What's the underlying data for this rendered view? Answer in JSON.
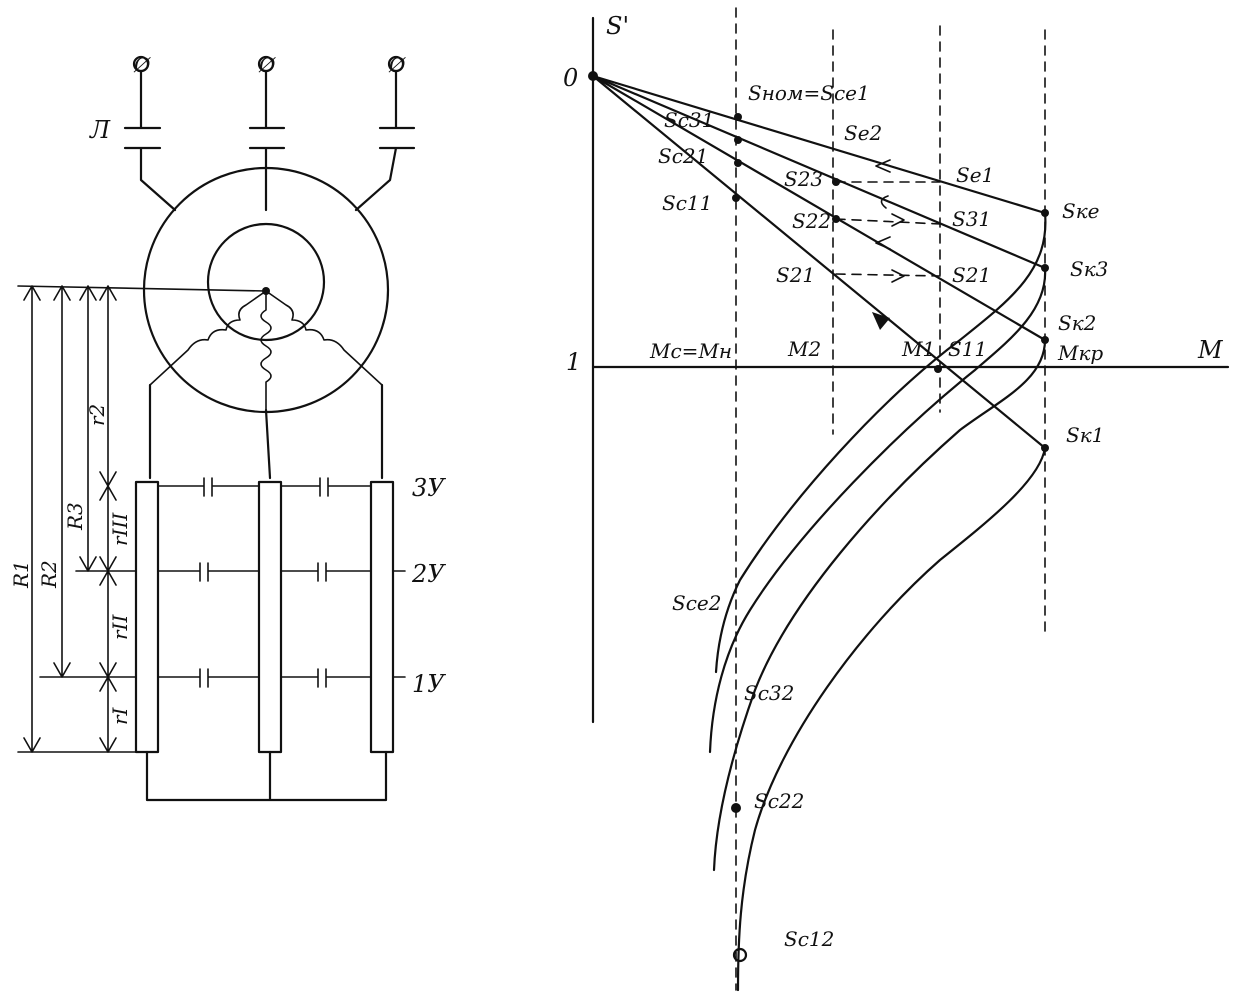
{
  "diagram": {
    "colors": {
      "ink": "#111111",
      "paper": "#ffffff"
    },
    "circuit": {
      "supply_labels": [
        "Ø",
        "Ø",
        "Ø"
      ],
      "switch_label": "Л",
      "resistor_lengths": [
        "R1",
        "R2",
        "R3"
      ],
      "section_lengths": [
        "r2",
        "rIII",
        "rII",
        "rI"
      ],
      "stage_labels": [
        "3У",
        "2У",
        "1У"
      ]
    },
    "characteristic": {
      "axis_s": "S'",
      "axis_m": "M",
      "origin": "0",
      "unit_mark": "1",
      "torque_labels": {
        "mc": "Mc=Mн",
        "m2": "M2",
        "m1": "M1",
        "mkr": "Mкр"
      },
      "points": {
        "s_nom": "Sном=Sсе1",
        "se2": "Sе2",
        "se1": "Sе1",
        "sc31": "Sс31",
        "sc21": "Sс21",
        "sc11": "Sс11",
        "s23": "S23",
        "s22": "S22",
        "s21_a": "S21",
        "s31": "S31",
        "s21_b": "S21",
        "s11": "S11",
        "ske": "Sке",
        "sk3": "Sк3",
        "sk2": "Sк2",
        "sk1": "Sк1",
        "sce2": "Sсе2",
        "sc32": "Sс32",
        "sc22": "Sс22",
        "sc12": "Sс12"
      }
    }
  }
}
